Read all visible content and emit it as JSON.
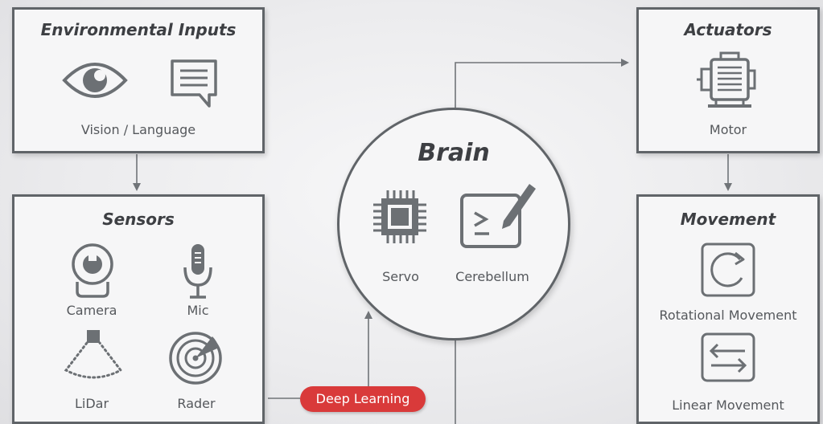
{
  "environmental_inputs": {
    "title": "Environmental Inputs",
    "caption": "Vision / Language"
  },
  "sensors": {
    "title": "Sensors",
    "items": [
      {
        "label": "Camera",
        "icon": "camera-icon"
      },
      {
        "label": "Mic",
        "icon": "microphone-icon"
      },
      {
        "label": "LiDar",
        "icon": "lidar-icon"
      },
      {
        "label": "Rader",
        "icon": "radar-icon"
      }
    ]
  },
  "brain": {
    "title": "Brain",
    "items": [
      {
        "label": "Servo",
        "icon": "chip-icon"
      },
      {
        "label": "Cerebellum",
        "icon": "terminal-tablet-icon"
      }
    ]
  },
  "deep_learning": {
    "label": "Deep Learning",
    "color": "#d93a3a"
  },
  "actuators": {
    "title": "Actuators",
    "caption": "Motor"
  },
  "movement": {
    "title": "Movement",
    "items": [
      {
        "label": "Rotational Movement",
        "icon": "rotate-icon"
      },
      {
        "label": "Linear Movement",
        "icon": "bidirectional-arrows-icon"
      }
    ]
  },
  "colors": {
    "border": "#606468",
    "accent": "#d93a3a",
    "background": "#ececee"
  }
}
